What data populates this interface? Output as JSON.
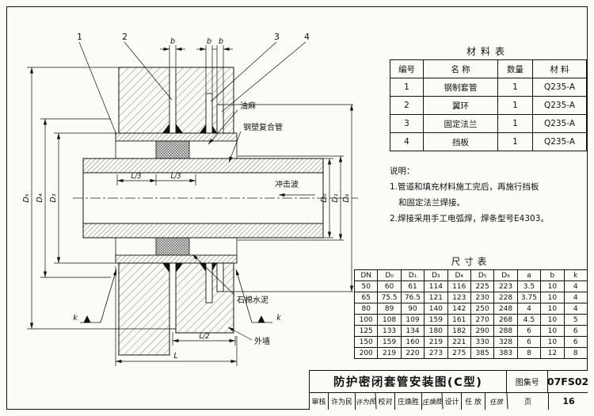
{
  "drawing": {
    "callout_1": "1",
    "callout_2": "2",
    "callout_3": "3",
    "callout_4": "4",
    "label_oakum": "油麻",
    "label_pipe": "钢塑复合管",
    "label_shockwave": "冲击波",
    "label_asbestos": "石棉水泥",
    "label_wall": "外墙",
    "dim_b": "b",
    "dim_d0": "D₀",
    "dim_d1": "D₁",
    "dim_d3": "D₃",
    "dim_d4": "D₄",
    "dim_d5": "D₅",
    "dim_d6": "D₆",
    "dim_l3": "L/3",
    "dim_l2": "L/2",
    "dim_l": "L",
    "dim_k": "k"
  },
  "material_table": {
    "title": "材料表",
    "headers": [
      "编号",
      "名 称",
      "数量",
      "材 料"
    ],
    "rows": [
      [
        "1",
        "钢制套管",
        "1",
        "Q235-A"
      ],
      [
        "2",
        "翼环",
        "1",
        "Q235-A"
      ],
      [
        "3",
        "固定法兰",
        "1",
        "Q235-A"
      ],
      [
        "4",
        "挡板",
        "1",
        "Q235-A"
      ]
    ]
  },
  "notes": {
    "title": "说明：",
    "lines": [
      "1.管道和填充材料施工完后，再施行挡板",
      "和固定法兰焊接。",
      "2.焊接采用手工电弧焊，焊条型号E4303。"
    ]
  },
  "dimension_table": {
    "title": "尺寸表",
    "headers": [
      "DN",
      "D₀",
      "D₁",
      "D₃",
      "D₄",
      "D₅",
      "D₆",
      "a",
      "b",
      "k"
    ],
    "rows": [
      [
        "50",
        "60",
        "61",
        "114",
        "116",
        "225",
        "223",
        "3.5",
        "10",
        "4"
      ],
      [
        "65",
        "75.5",
        "76.5",
        "121",
        "123",
        "230",
        "228",
        "3.75",
        "10",
        "4"
      ],
      [
        "80",
        "89",
        "90",
        "140",
        "142",
        "250",
        "248",
        "4",
        "10",
        "4"
      ],
      [
        "100",
        "108",
        "109",
        "159",
        "161",
        "270",
        "268",
        "4.5",
        "10",
        "5"
      ],
      [
        "125",
        "133",
        "134",
        "180",
        "182",
        "290",
        "288",
        "6",
        "10",
        "6"
      ],
      [
        "150",
        "159",
        "160",
        "219",
        "221",
        "330",
        "328",
        "6",
        "10",
        "6"
      ],
      [
        "200",
        "219",
        "220",
        "273",
        "275",
        "385",
        "383",
        "8",
        "12",
        "8"
      ]
    ]
  },
  "title_block": {
    "title": "防护密闭套管安装图(C型)",
    "atlas_label": "图集号",
    "atlas_no": "07FS02",
    "review_label": "审核",
    "review_name": "许为民",
    "review_sig": "许为民",
    "check_label": "校对",
    "check_name": "庄煥胜",
    "check_sig": "庄煥胜",
    "design_label": "设计",
    "design_name": "任 放",
    "design_sig": "任放",
    "page_label": "页",
    "page_no": "16"
  }
}
